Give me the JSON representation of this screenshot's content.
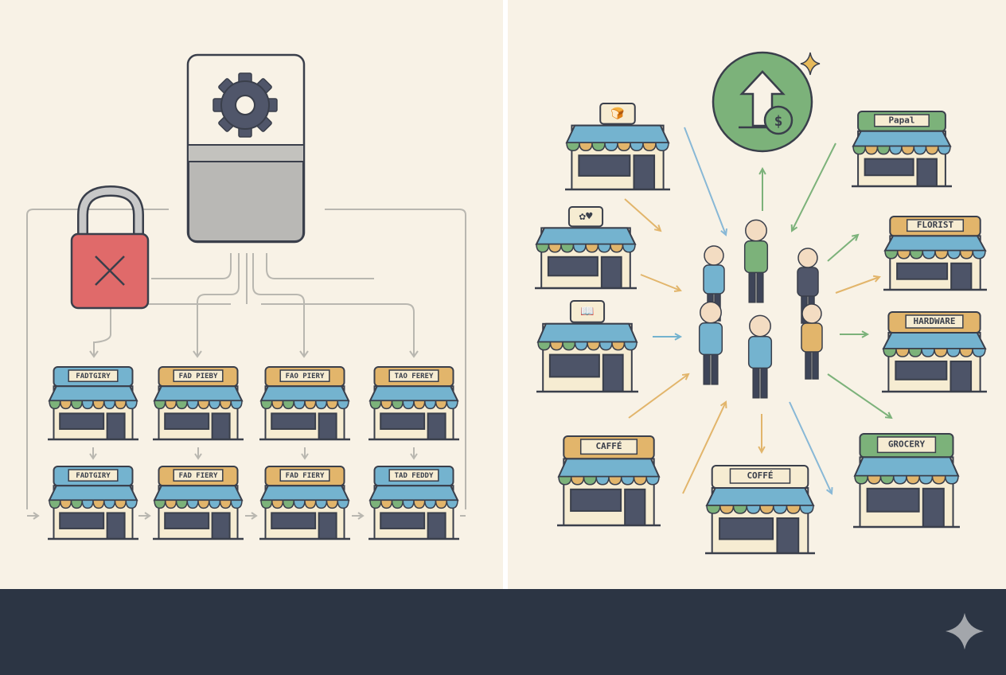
{
  "colors": {
    "panel_bg": "#f8f2e6",
    "footer_bg": "#2c3544",
    "outline": "#3a3f4b",
    "blue": "#74b3cf",
    "tan": "#e2b56b",
    "green": "#7cb27a",
    "lock_red": "#e06a6a",
    "window": "#4d5468",
    "gear": "#50566a",
    "arrow_gray": "#b9b7b0"
  },
  "left_panel": {
    "server_icon": "gear-icon",
    "lock_icon": "locked-padlock-x-icon",
    "stores_row1": [
      {
        "label": "FADTGIRY",
        "sign": "blue"
      },
      {
        "label": "FAD PIEBY",
        "sign": "tan"
      },
      {
        "label": "FAO PIERY",
        "sign": "tan"
      },
      {
        "label": "TAO FEREY",
        "sign": "tan"
      }
    ],
    "stores_row2": [
      {
        "label": "FADTGIRY",
        "sign": "blue"
      },
      {
        "label": "FAD FIERY",
        "sign": "tan"
      },
      {
        "label": "FAD FIERY",
        "sign": "tan"
      },
      {
        "label": "TAD FEDDY",
        "sign": "blue"
      }
    ]
  },
  "right_panel": {
    "growth_icon": "arrow-up-dollar-icon",
    "stores": [
      {
        "id": "bakery",
        "label": "",
        "icon": "bread-icon",
        "sign": "cream"
      },
      {
        "id": "gift",
        "label": "",
        "icon": "flower-heart-icon",
        "sign": "cream"
      },
      {
        "id": "books",
        "label": "",
        "icon": "book-icon",
        "sign": "cream"
      },
      {
        "id": "papal",
        "label": "Papal",
        "sign": "green"
      },
      {
        "id": "florist",
        "label": "FLORIST",
        "sign": "tan"
      },
      {
        "id": "hardware",
        "label": "HARDWARE",
        "sign": "tan"
      },
      {
        "id": "caffe",
        "label": "CAFFÉ",
        "sign": "tan"
      },
      {
        "id": "coffe",
        "label": "COFFÉ",
        "sign": "cream"
      },
      {
        "id": "grocery",
        "label": "GROCERY",
        "sign": "green"
      }
    ]
  },
  "footer": {
    "icon": "sparkle-icon"
  }
}
